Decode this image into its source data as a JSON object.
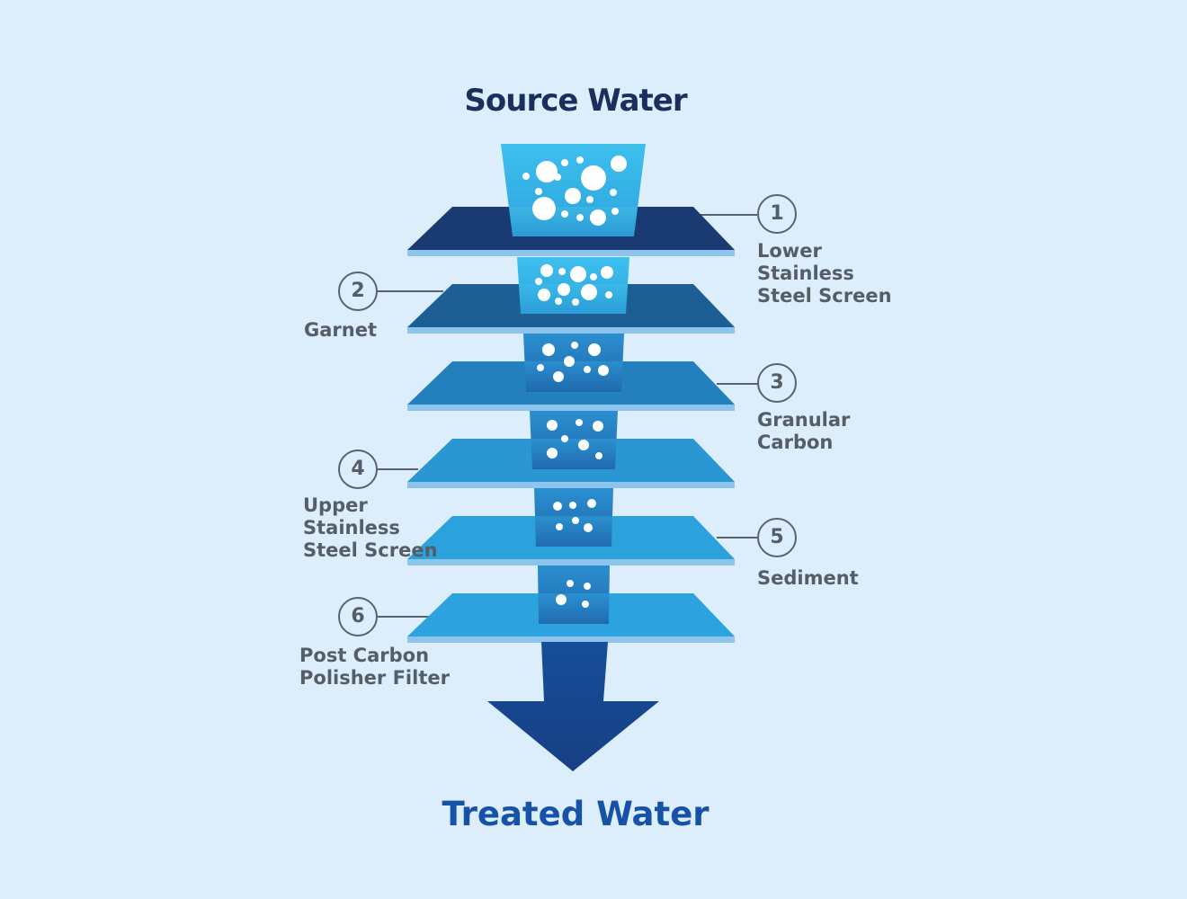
{
  "title_top": "Source Water",
  "title_bottom": "Treated Water",
  "stages": [
    {
      "number": "1",
      "label": "Lower\nStainless\nSteel Screen",
      "side": "right",
      "color": "#1a3a72"
    },
    {
      "number": "2",
      "label": "Garnet",
      "side": "left",
      "color": "#1d5f94"
    },
    {
      "number": "3",
      "label": "Granular\nCarbon",
      "side": "right",
      "color": "#2480bd"
    },
    {
      "number": "4",
      "label": "Upper\nStainless\nSteel Screen",
      "side": "left",
      "color": "#2a97d3"
    },
    {
      "number": "5",
      "label": "Sediment",
      "side": "right",
      "color": "#2ca2dd"
    },
    {
      "number": "6",
      "label": "Post Carbon\nPolisher Filter",
      "side": "left",
      "color": "#2ca3de"
    }
  ],
  "colors": {
    "background": "#dcedfb",
    "title_top": "#1b2f5e",
    "title_bottom": "#1552a8",
    "label_text": "#555e67",
    "layer_edge": "#8cc4ee",
    "arrow": "#164f98",
    "particle": "#ffffff"
  }
}
